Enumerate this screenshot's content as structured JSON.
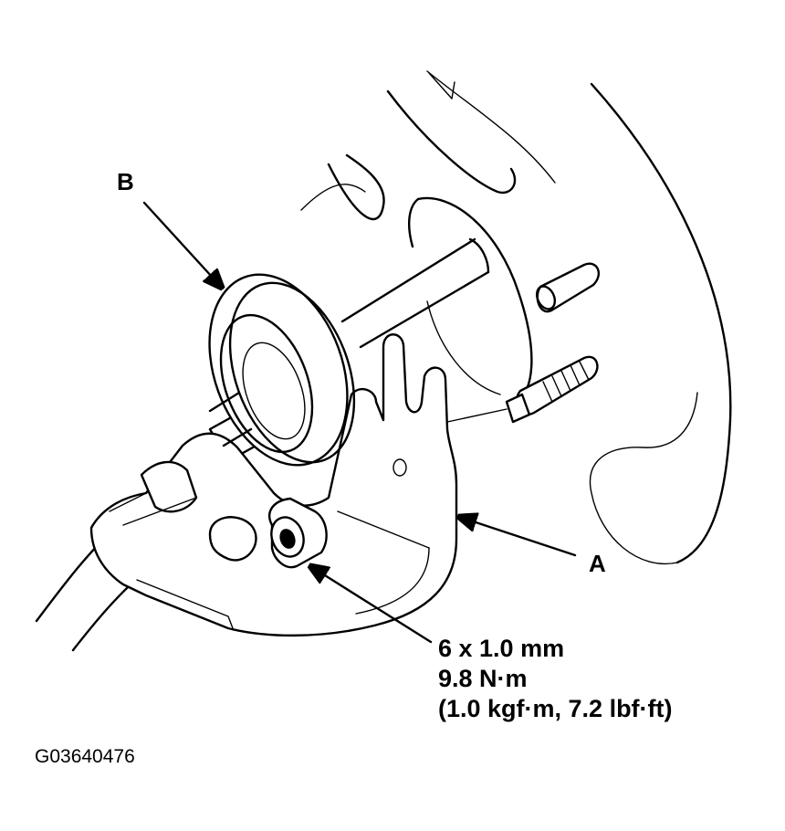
{
  "callouts": {
    "bracket": "A",
    "pulley": "B"
  },
  "bolt_spec": {
    "size": "6 x 1.0 mm",
    "torque_nm": "9.8 N·m",
    "torque_alt": "(1.0 kgf·m, 7.2 lbf·ft)"
  },
  "figure_id": "G03640476",
  "icons": [
    "arrow-icon",
    "pulley-icon",
    "bracket-icon",
    "bolt-icon",
    "stud-icon"
  ]
}
